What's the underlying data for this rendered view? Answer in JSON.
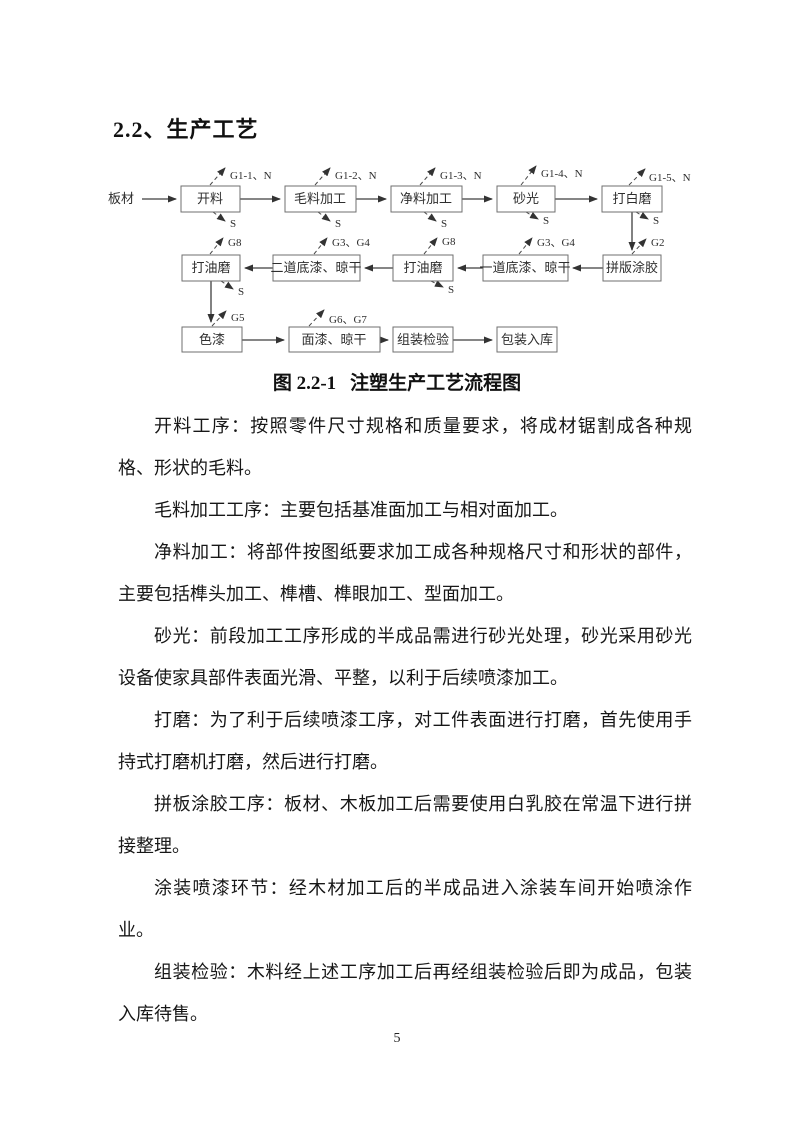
{
  "page": {
    "title": "2.2、生产工艺",
    "page_number": "5"
  },
  "figure": {
    "caption_prefix": "图 2.2-1",
    "caption_text": "注塑生产工艺流程图",
    "input_label": "板材",
    "row1": {
      "n1": "开料",
      "n2": "毛料加工",
      "n3": "净料加工",
      "n4": "砂光",
      "n5": "打白磨"
    },
    "row2": {
      "n1": "打油磨",
      "n2": "二道底漆、晾干",
      "n3": "打油磨",
      "n4": "一道底漆、晾干",
      "n5": "拼版涂胶"
    },
    "row3": {
      "n1": "色漆",
      "n2": "面漆、晾干",
      "n3": "组装检验",
      "n4": "包装入库"
    },
    "emission_labels": {
      "g1_1": "G1-1、N",
      "g1_2": "G1-2、N",
      "g1_3": "G1-3、N",
      "g1_4": "G1-4、N",
      "g1_5": "G1-5、N",
      "g2": "G2",
      "g3_g4": "G3、G4",
      "g5": "G5",
      "g6_g7": "G6、G7",
      "g8": "G8",
      "s": "S"
    }
  },
  "paragraphs": [
    "开料工序：按照零件尺寸规格和质量要求，将成材锯割成各种规格、形状的毛料。",
    "毛料加工工序：主要包括基准面加工与相对面加工。",
    "净料加工：将部件按图纸要求加工成各种规格尺寸和形状的部件，主要包括榫头加工、榫槽、榫眼加工、型面加工。",
    "砂光：前段加工工序形成的半成品需进行砂光处理，砂光采用砂光设备使家具部件表面光滑、平整，以利于后续喷漆加工。",
    "打磨：为了利于后续喷漆工序，对工件表面进行打磨，首先使用手持式打磨机打磨，然后进行打磨。",
    "拼板涂胶工序：板材、木板加工后需要使用白乳胶在常温下进行拼接整理。",
    "涂装喷漆环节：经木材加工后的半成品进入涂装车间开始喷涂作业。",
    "组装检验：木料经上述工序加工后再经组装检验后即为成品，包装入库待售。"
  ]
}
